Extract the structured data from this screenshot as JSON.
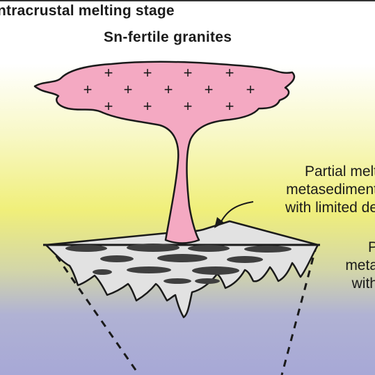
{
  "header": {
    "stage_title": "ntracrustal melting stage"
  },
  "diagram": {
    "granite_title": "Sn-fertile granites",
    "granite_symbol": "+",
    "partial_melting_note": {
      "line1": "Partial melt",
      "line2": "metasediment",
      "line3": "with limited de"
    },
    "source_note": {
      "line1": "P",
      "line2": "meta",
      "line3": "with"
    }
  },
  "colors": {
    "background_top": "#ffffff",
    "background_yellow": "#f0ef7a",
    "background_bottom": "#a7a8d6",
    "granite_fill": "#f4a9c2",
    "source_fill": "#e2e2e2",
    "lens_fill": "#3f3f3f",
    "outline": "#1a1a1a"
  }
}
